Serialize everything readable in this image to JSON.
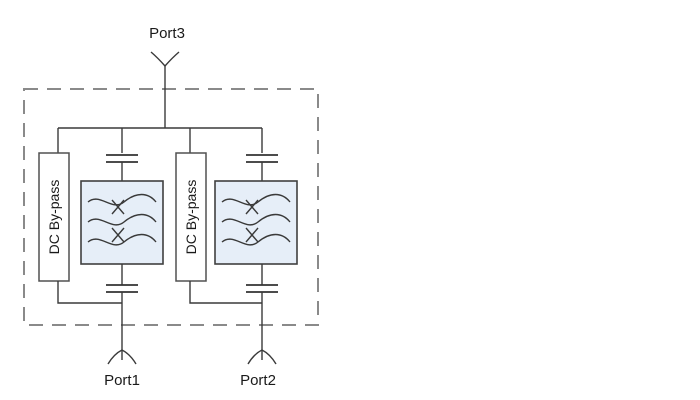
{
  "ports": {
    "port3": "Port3",
    "port1": "Port1",
    "port2": "Port2"
  },
  "blocks": {
    "bypass_left": "DC By-pass",
    "bypass_right": "DC By-pass"
  },
  "colors": {
    "filter_fill": "#e6eef8",
    "dashed_border": "#8a8a8a",
    "wire": "#3a3a3a"
  }
}
